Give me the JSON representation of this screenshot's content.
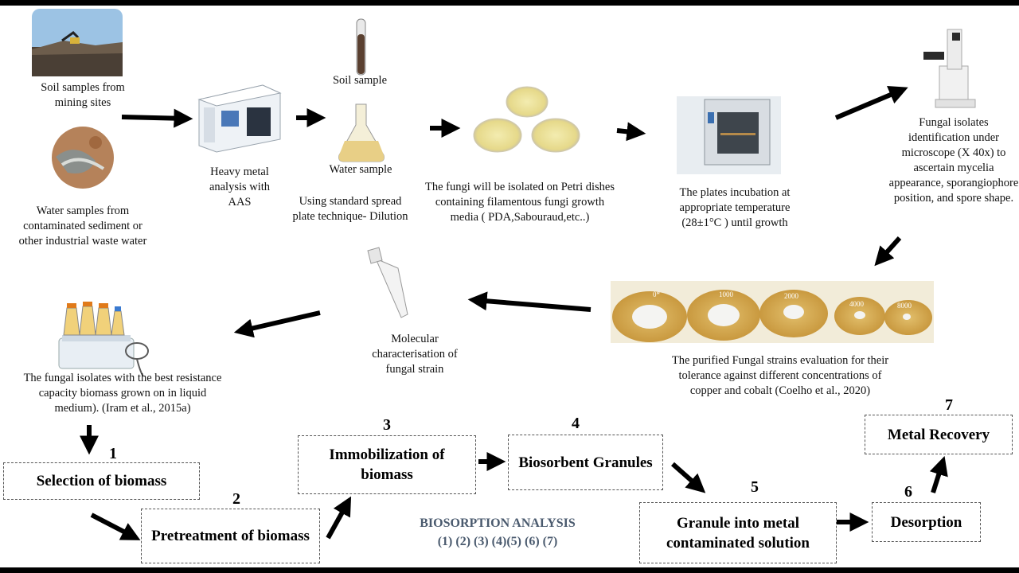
{
  "captions": {
    "soil_mining": "Soil samples from mining sites",
    "water_samples": "Water samples from contaminated sediment or other industrial waste water",
    "heavy_metal": "Heavy metal analysis with AAS",
    "soil_sample": "Soil sample",
    "water_sample": "Water sample",
    "spread_plate": "Using  standard spread plate technique- Dilution",
    "petri": "The fungi will be isolated on Petri dishes containing filamentous fungi growth media ( PDA,Sabouraud,etc..)",
    "incubation": "The plates  incubation at appropriate temperature (28±1°C ) until growth",
    "microscope": "Fungal isolates identification under microscope (X 40x) to ascertain mycelia appearance, sporangiophore position, and spore shape.",
    "tolerance": "The purified Fungal strains evaluation for their tolerance against different concentrations of copper and cobalt (Coelho et al., 2020)",
    "molecular": "Molecular characterisation of fungal strain",
    "biomass_grown": "The fungal isolates with  the best resistance capacity biomass grown on in liquid medium). (Iram et al., 2015a)"
  },
  "plate_labels": [
    "0*",
    "1000",
    "2000",
    "4000",
    "8000"
  ],
  "steps": [
    {
      "num": "1",
      "label": "Selection of biomass"
    },
    {
      "num": "2",
      "label": "Pretreatment of biomass"
    },
    {
      "num": "3",
      "label": "Immobilization of biomass"
    },
    {
      "num": "4",
      "label": "Biosorbent Granules"
    },
    {
      "num": "5",
      "label": "Granule into metal contaminated solution"
    },
    {
      "num": "6",
      "label": "Desorption"
    },
    {
      "num": "7",
      "label": "Metal Recovery"
    }
  ],
  "biosorption": {
    "title": "BIOSORPTION ANALYSIS",
    "steps_list": "(1) (2) (3) (4)(5) (6) (7)"
  },
  "colors": {
    "arrow": "#000000",
    "biosorption_text": "#4a5a6e",
    "agar": "#e8d98a",
    "plate_agar": "#d9b25c"
  }
}
